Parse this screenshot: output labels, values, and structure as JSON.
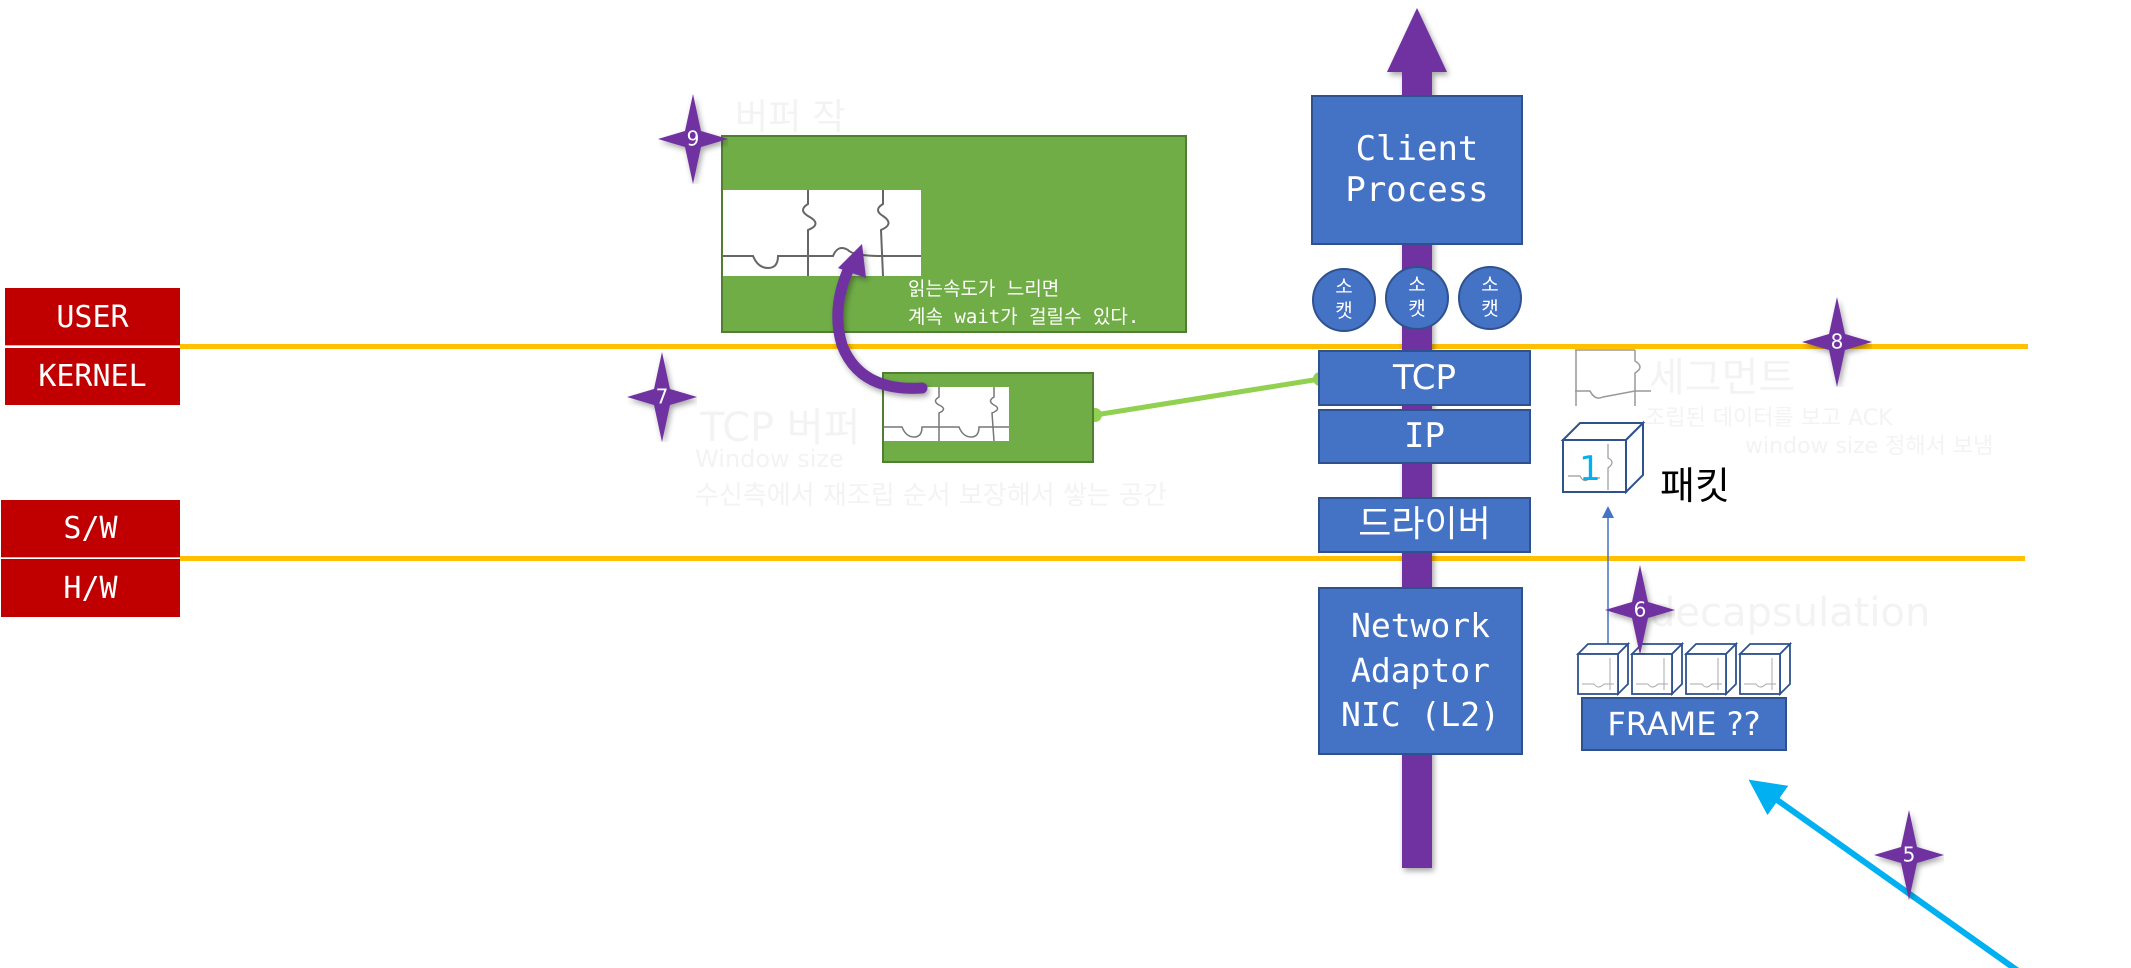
{
  "layers": {
    "user": "USER",
    "kernel": "KERNEL",
    "software": "S/W",
    "hardware": "H/W"
  },
  "stack": {
    "client_process_line1": "Client",
    "client_process_line2": "Process",
    "socket_line1": "소",
    "socket_line2": "캣",
    "tcp": "TCP",
    "ip": "IP",
    "driver": "드라이버",
    "nic_line1": "Network",
    "nic_line2": "Adaptor",
    "nic_line3": "NIC (L2)"
  },
  "buffer_note": {
    "line1": "읽는속도가 느리면",
    "line2": "계속 wait가 걸릴수 있다."
  },
  "packet": {
    "number": "1",
    "label": "패킷"
  },
  "frame": {
    "label": "FRAME ??",
    "count": 4
  },
  "ghost_text": {
    "near_9": "버퍼 작",
    "near_7_title": "TCP 버퍼",
    "near_7_sub1": "Window size",
    "near_7_sub2": "수신측에서 재조립 순서 보장해서 쌓는 공간",
    "near_8_title": "세그먼트",
    "near_8_sub1": "조립된 데이터를 보고 ACK",
    "near_8_sub2": "window size 정해서 보냄",
    "near_6": "decapsulation"
  },
  "step_markers": [
    "9",
    "7",
    "8",
    "6",
    "5"
  ],
  "colors": {
    "layer_red": "#c00000",
    "boundary_line": "#ffc000",
    "stack_blue": "#4472c4",
    "buffer_green": "#70ad47",
    "flow_purple": "#7030a0",
    "connector_green": "#92d050",
    "incoming_cyan": "#00b0f0"
  }
}
